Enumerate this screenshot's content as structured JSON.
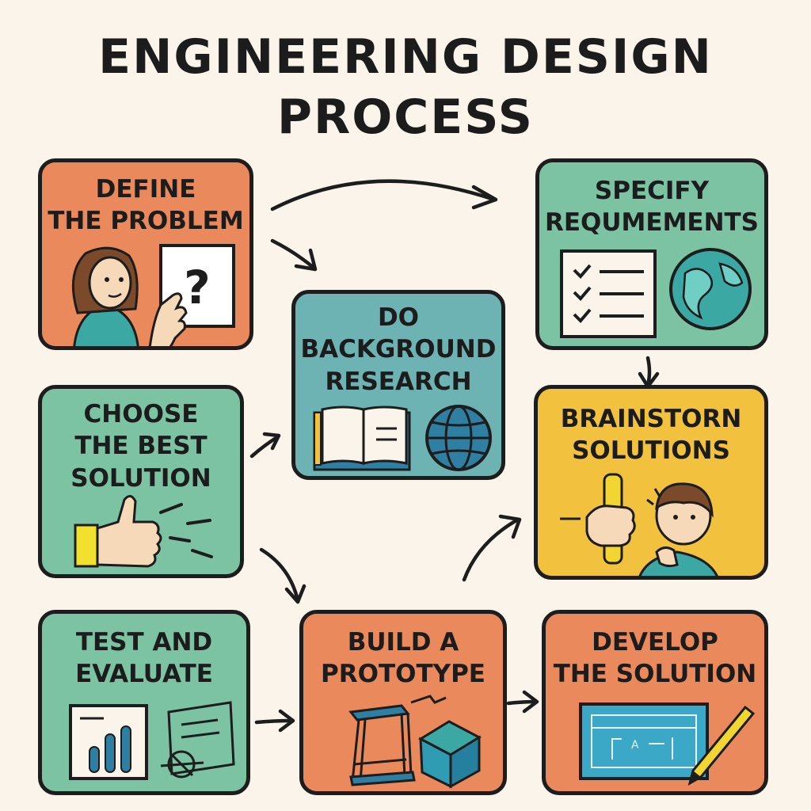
{
  "title": {
    "line1": "ENGINEERING DESIGN",
    "line2": "PROCESS"
  },
  "steps": [
    {
      "id": "define",
      "label": "DEFINE\nTHE PROBLEM",
      "icons": [
        "person-icon",
        "question-board-icon",
        "hand-icon"
      ]
    },
    {
      "id": "specify",
      "label": "SPECIFY\nREQUMEMENTS",
      "icons": [
        "checklist-icon",
        "globe-icon"
      ]
    },
    {
      "id": "research",
      "label": "DO\nBACKGROUND\nRESEARCH",
      "icons": [
        "open-book-icon",
        "globe-icon"
      ]
    },
    {
      "id": "choose",
      "label": "CHOOSE\nTHE BEST\nSOLUTION",
      "icons": [
        "thumbs-up-icon"
      ]
    },
    {
      "id": "brainstorm",
      "label": "BRAINSTORN\nSOLUTIONS",
      "icons": [
        "hand-holding-marker-icon",
        "thinking-person-icon"
      ]
    },
    {
      "id": "test",
      "label": "TEST AND\nEVALUATE",
      "icons": [
        "bar-chart-icon",
        "rejected-document-icon"
      ]
    },
    {
      "id": "build",
      "label": "BUILD A\nPROTOTYPE",
      "icons": [
        "stool-frame-icon",
        "cube-icon"
      ]
    },
    {
      "id": "develop",
      "label": "DEVELOP\nTHE SOLUTION",
      "icons": [
        "blueprint-icon",
        "pencil-icon"
      ]
    }
  ],
  "colors": {
    "background": "#fbf4ea",
    "orange": "#ea8a5c",
    "green": "#7cc3a3",
    "teal": "#6db3b3",
    "yellow": "#f2c23e",
    "outline": "#1d1d1d"
  }
}
